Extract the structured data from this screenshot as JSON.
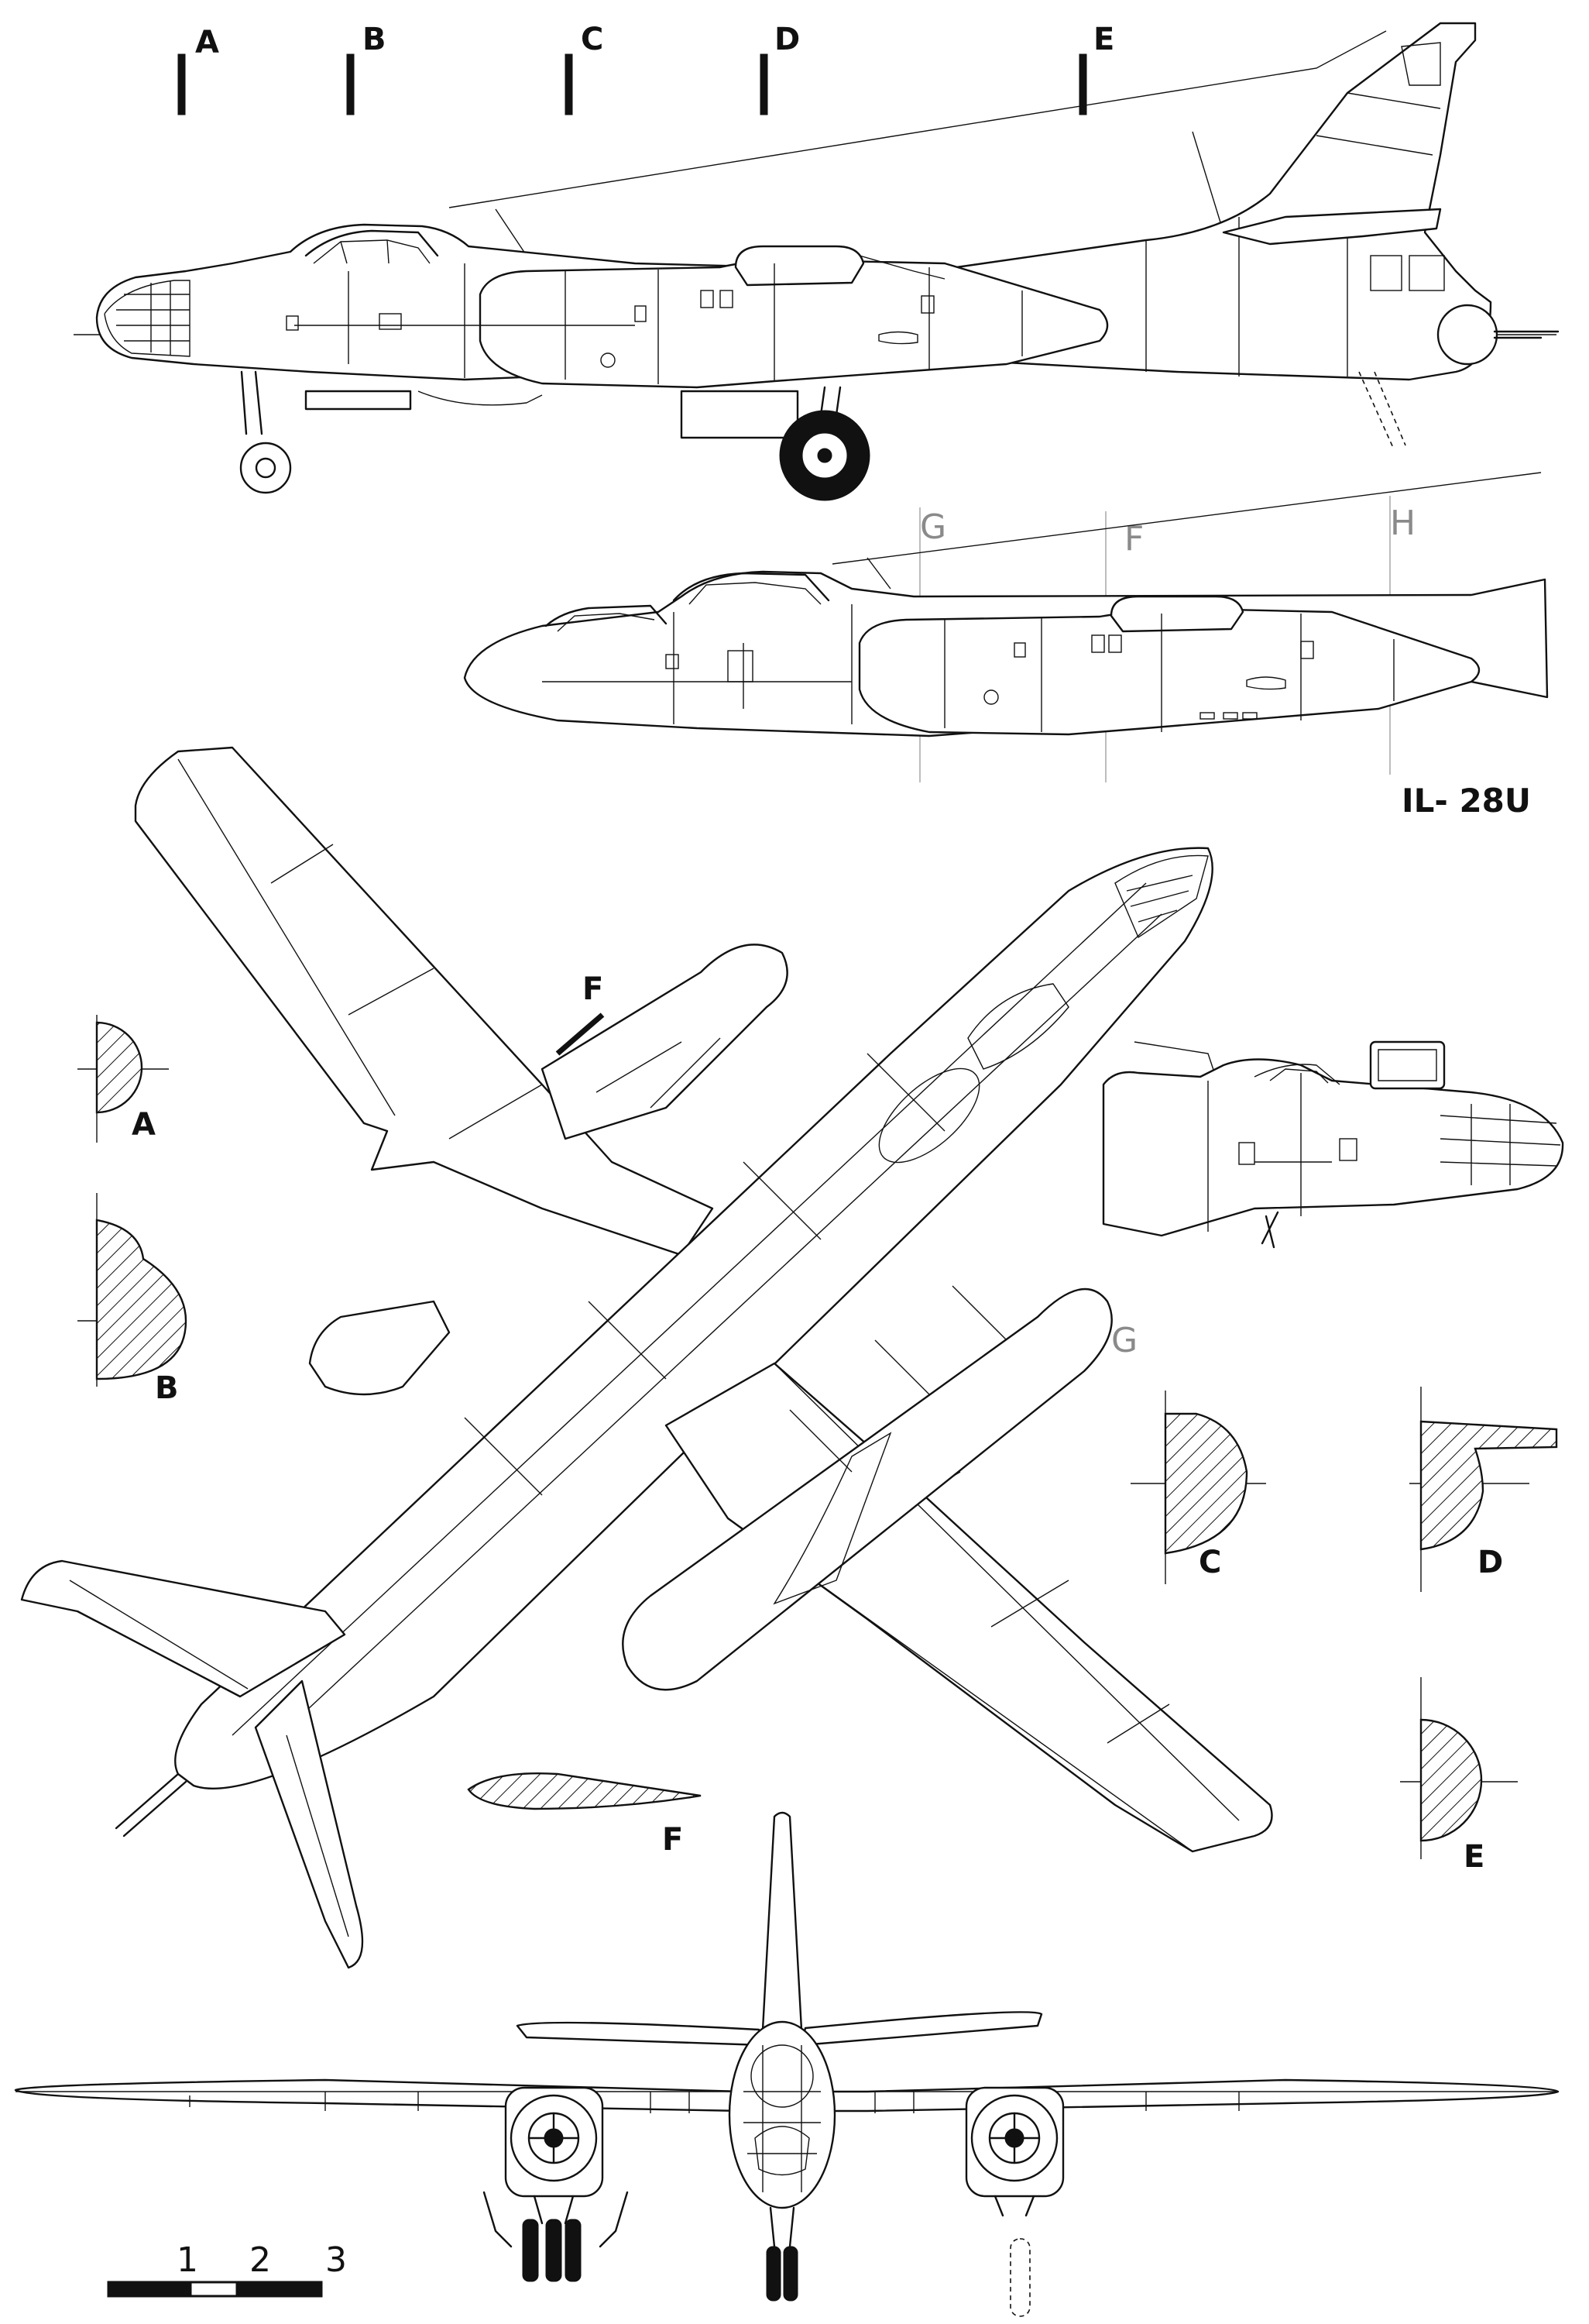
{
  "variant_label": "IL- 28U",
  "station_marks": [
    "A",
    "B",
    "C",
    "D",
    "E"
  ],
  "trainer_stations": [
    "G",
    "F",
    "H"
  ],
  "section_labels": [
    "A",
    "B",
    "C",
    "D",
    "E"
  ],
  "wing_section_marker": "F",
  "wing_section_label": "F",
  "top_view_ghost_label": "G",
  "scale_bar": {
    "labels": [
      "1",
      "2",
      "3"
    ]
  },
  "ink_color": "#111111"
}
